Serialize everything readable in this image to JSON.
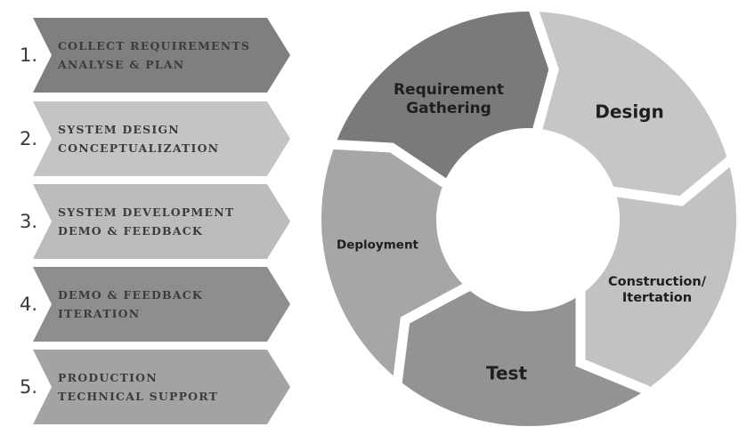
{
  "steps": [
    {
      "number": "1.",
      "line1": "COLLECT REQUIREMENTS",
      "line2": "ANALYSE & PLAN",
      "color": "#7f7f7f"
    },
    {
      "number": "2.",
      "line1": "SYSTEM DESIGN",
      "line2": "CONCEPTUALIZATION",
      "color": "#c4c4c4"
    },
    {
      "number": "3.",
      "line1": "SYSTEM DEVELOPMENT",
      "line2": "DEMO & FEEDBACK",
      "color": "#bcbcbc"
    },
    {
      "number": "4.",
      "line1": "DEMO & FEEDBACK",
      "line2": "ITERATION",
      "color": "#8e8e8e"
    },
    {
      "number": "5.",
      "line1": "PRODUCTION",
      "line2": "TECHNICAL SUPPORT",
      "color": "#a3a3a3"
    }
  ],
  "cycle": {
    "segments": [
      {
        "line1": "Requirement",
        "line2": "Gathering",
        "color": "#7a7a7a"
      },
      {
        "line1": "Design",
        "line2": "",
        "color": "#c6c6c6"
      },
      {
        "line1": "Construction/",
        "line2": "Itertation",
        "color": "#c2c2c2"
      },
      {
        "line1": "Test",
        "line2": "",
        "color": "#939393"
      },
      {
        "line1": "Deployment",
        "line2": "",
        "color": "#a6a6a6"
      }
    ]
  }
}
